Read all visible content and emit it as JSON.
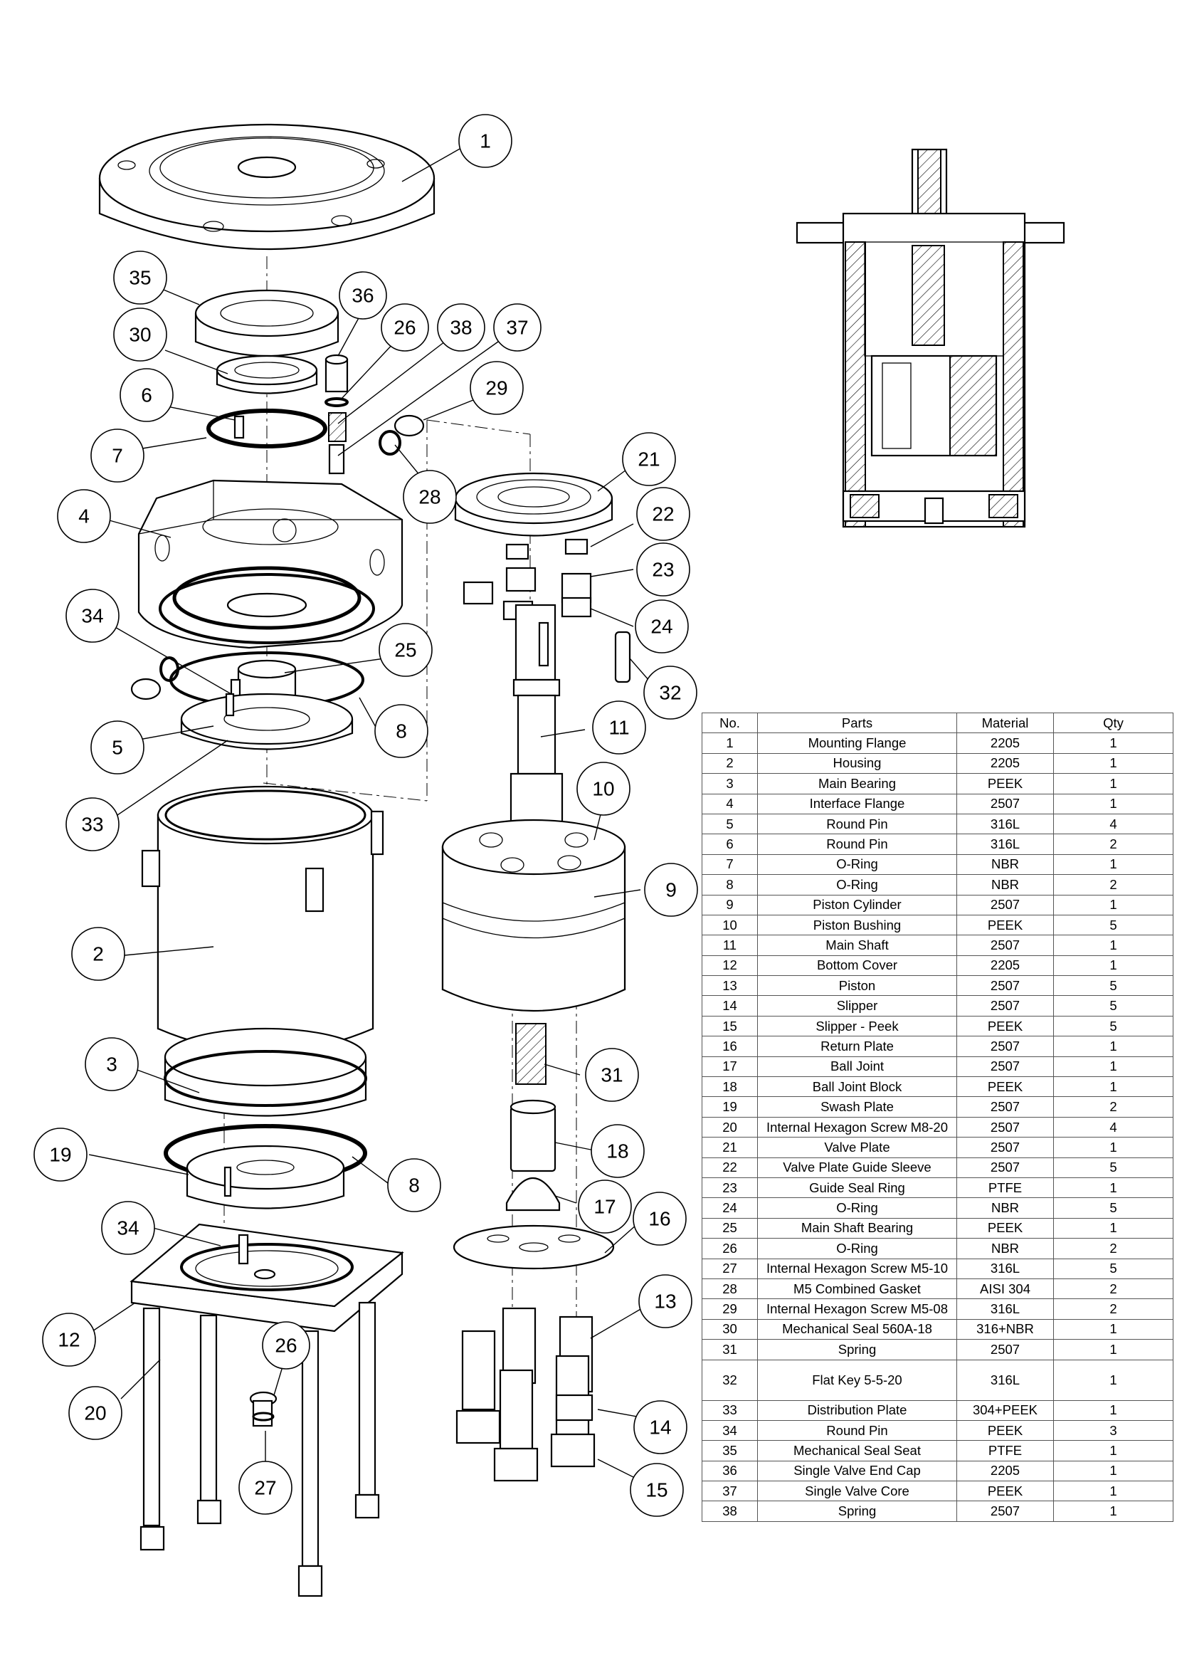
{
  "callouts": [
    "1",
    "35",
    "36",
    "30",
    "26",
    "38",
    "37",
    "6",
    "29",
    "7",
    "28",
    "21",
    "4",
    "22",
    "23",
    "34",
    "24",
    "25",
    "32",
    "8",
    "11",
    "5",
    "10",
    "33",
    "9",
    "2",
    "31",
    "3",
    "18",
    "19",
    "8",
    "17",
    "16",
    "34",
    "13",
    "12",
    "26",
    "20",
    "14",
    "27",
    "15"
  ],
  "bom": {
    "headers": [
      "No.",
      "Parts",
      "Material",
      "Qty"
    ],
    "rows": [
      {
        "no": "1",
        "part": "Mounting Flange",
        "material": "2205",
        "qty": "1"
      },
      {
        "no": "2",
        "part": "Housing",
        "material": "2205",
        "qty": "1"
      },
      {
        "no": "3",
        "part": "Main Bearing",
        "material": "PEEK",
        "qty": "1"
      },
      {
        "no": "4",
        "part": "Interface Flange",
        "material": "2507",
        "qty": "1"
      },
      {
        "no": "5",
        "part": "Round Pin",
        "material": "316L",
        "qty": "4"
      },
      {
        "no": "6",
        "part": "Round Pin",
        "material": "316L",
        "qty": "2"
      },
      {
        "no": "7",
        "part": "O-Ring",
        "material": "NBR",
        "qty": "1"
      },
      {
        "no": "8",
        "part": "O-Ring",
        "material": "NBR",
        "qty": "2"
      },
      {
        "no": "9",
        "part": "Piston Cylinder",
        "material": "2507",
        "qty": "1"
      },
      {
        "no": "10",
        "part": "Piston Bushing",
        "material": "PEEK",
        "qty": "5"
      },
      {
        "no": "11",
        "part": "Main Shaft",
        "material": "2507",
        "qty": "1"
      },
      {
        "no": "12",
        "part": "Bottom Cover",
        "material": "2205",
        "qty": "1"
      },
      {
        "no": "13",
        "part": "Piston",
        "material": "2507",
        "qty": "5"
      },
      {
        "no": "14",
        "part": "Slipper",
        "material": "2507",
        "qty": "5"
      },
      {
        "no": "15",
        "part": "Slipper - Peek",
        "material": "PEEK",
        "qty": "5"
      },
      {
        "no": "16",
        "part": "Return Plate",
        "material": "2507",
        "qty": "1"
      },
      {
        "no": "17",
        "part": "Ball Joint",
        "material": "2507",
        "qty": "1"
      },
      {
        "no": "18",
        "part": "Ball Joint Block",
        "material": "PEEK",
        "qty": "1"
      },
      {
        "no": "19",
        "part": "Swash Plate",
        "material": "2507",
        "qty": "2"
      },
      {
        "no": "20",
        "part": "Internal Hexagon Screw M8-20",
        "material": "2507",
        "qty": "4"
      },
      {
        "no": "21",
        "part": "Valve Plate",
        "material": "2507",
        "qty": "1"
      },
      {
        "no": "22",
        "part": "Valve Plate Guide Sleeve",
        "material": "2507",
        "qty": "5"
      },
      {
        "no": "23",
        "part": "Guide Seal Ring",
        "material": "PTFE",
        "qty": "1"
      },
      {
        "no": "24",
        "part": "O-Ring",
        "material": "NBR",
        "qty": "5"
      },
      {
        "no": "25",
        "part": "Main Shaft Bearing",
        "material": "PEEK",
        "qty": "1"
      },
      {
        "no": "26",
        "part": "O-Ring",
        "material": "NBR",
        "qty": "2"
      },
      {
        "no": "27",
        "part": "Internal Hexagon Screw M5-10",
        "material": "316L",
        "qty": "5"
      },
      {
        "no": "28",
        "part": "M5 Combined Gasket",
        "material": "AISI 304",
        "qty": "2"
      },
      {
        "no": "29",
        "part": "Internal Hexagon Screw M5-08",
        "material": "316L",
        "qty": "2"
      },
      {
        "no": "30",
        "part": "Mechanical Seal 560A-18",
        "material": "316+NBR",
        "qty": "1"
      },
      {
        "no": "31",
        "part": "Spring",
        "material": "2507",
        "qty": "1"
      },
      {
        "no": "32",
        "part": "Flat Key 5-5-20",
        "material": "316L",
        "qty": "1"
      },
      {
        "no": "33",
        "part": "Distribution Plate",
        "material": "304+PEEK",
        "qty": "1"
      },
      {
        "no": "34",
        "part": "Round Pin",
        "material": "PEEK",
        "qty": "3"
      },
      {
        "no": "35",
        "part": "Mechanical Seal Seat",
        "material": "PTFE",
        "qty": "1"
      },
      {
        "no": "36",
        "part": "Single Valve End Cap",
        "material": "2205",
        "qty": "1"
      },
      {
        "no": "37",
        "part": "Single Valve Core",
        "material": "PEEK",
        "qty": "1"
      },
      {
        "no": "38",
        "part": "Spring",
        "material": "2507",
        "qty": "1"
      }
    ]
  }
}
